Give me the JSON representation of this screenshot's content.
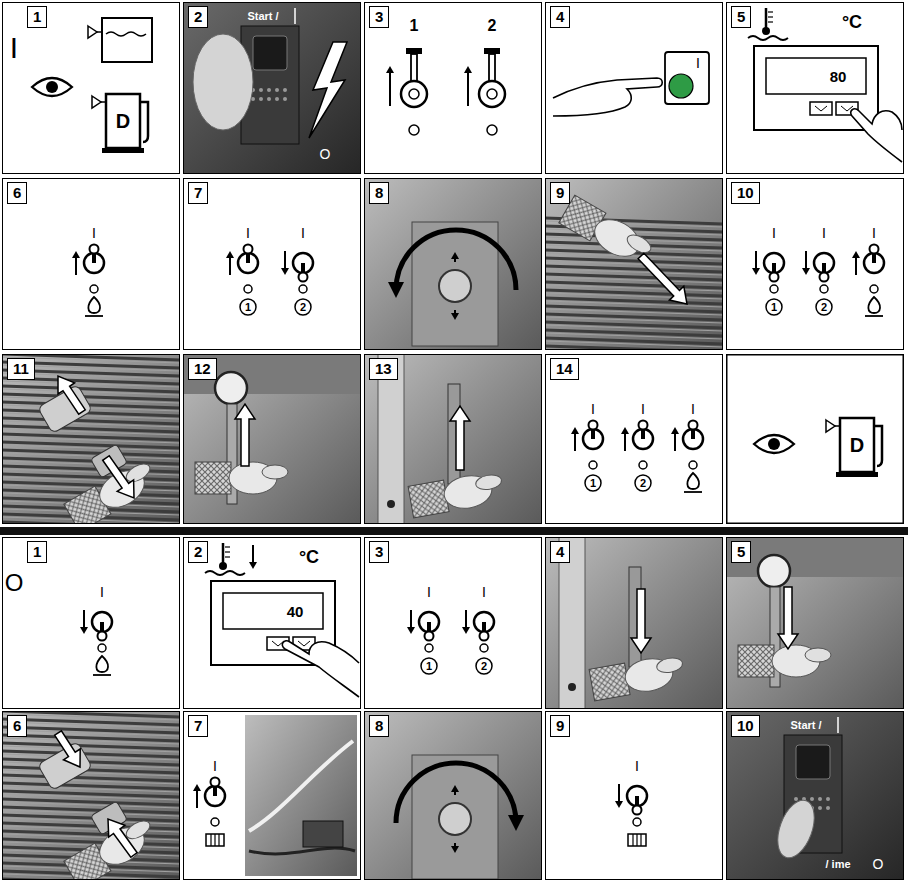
{
  "diagram": {
    "nodes": [
      {
        "text": [
          "1"
        ]
      },
      {
        "text": [
          "2"
        ]
      },
      {
        "text": [
          "3"
        ]
      },
      {
        "text": [
          "4"
        ]
      },
      {
        "text": [
          "5"
        ]
      },
      {
        "text": [
          "6"
        ]
      },
      {
        "text": [
          "7"
        ]
      },
      {
        "text": [
          "8"
        ]
      },
      {
        "text": [
          "9"
        ]
      },
      {
        "text": [
          "10"
        ]
      },
      {
        "text": [
          "11"
        ]
      },
      {
        "text": [
          "12"
        ]
      },
      {
        "text": [
          "13"
        ]
      },
      {
        "text": [
          "14"
        ]
      },
      {
        "text": [
          "1"
        ]
      },
      {
        "text": [
          "2"
        ]
      },
      {
        "text": [
          "3"
        ]
      },
      {
        "text": [
          "4"
        ]
      },
      {
        "text": [
          "5"
        ]
      },
      {
        "text": [
          "6"
        ]
      },
      {
        "text": [
          "7"
        ]
      },
      {
        "text": [
          "8"
        ]
      },
      {
        "text": [
          "9"
        ]
      },
      {
        "text": [
          "10"
        ]
      }
    ],
    "labels": [
      "I",
      "D",
      "Start /",
      "O",
      "1",
      "2",
      "I",
      "°C",
      "80",
      "I",
      "I",
      "I",
      "1",
      "2",
      "I",
      "I",
      "I",
      "1",
      "2",
      "I",
      "I",
      "I",
      "1",
      "2",
      "D",
      "O",
      "I",
      "°C",
      "40",
      "I",
      "I",
      "1",
      "2",
      "I",
      "I",
      "Start /",
      "/ ime",
      "O"
    ]
  }
}
